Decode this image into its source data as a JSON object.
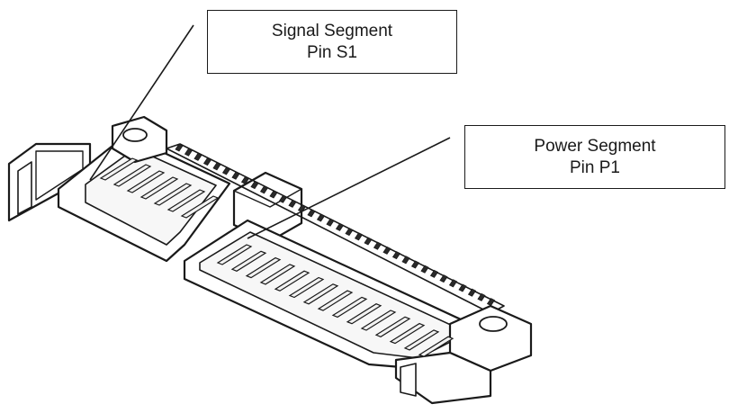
{
  "callouts": {
    "signal": {
      "line1": "Signal Segment",
      "line2": "Pin S1"
    },
    "power": {
      "line1": "Power Segment",
      "line2": "Pin P1"
    }
  },
  "colors": {
    "ink": "#1a1a1a",
    "pin_fill": "#f2f2f2",
    "body_fill": "#ffffff"
  },
  "pin_counts": {
    "signal": 7,
    "power": 15
  }
}
